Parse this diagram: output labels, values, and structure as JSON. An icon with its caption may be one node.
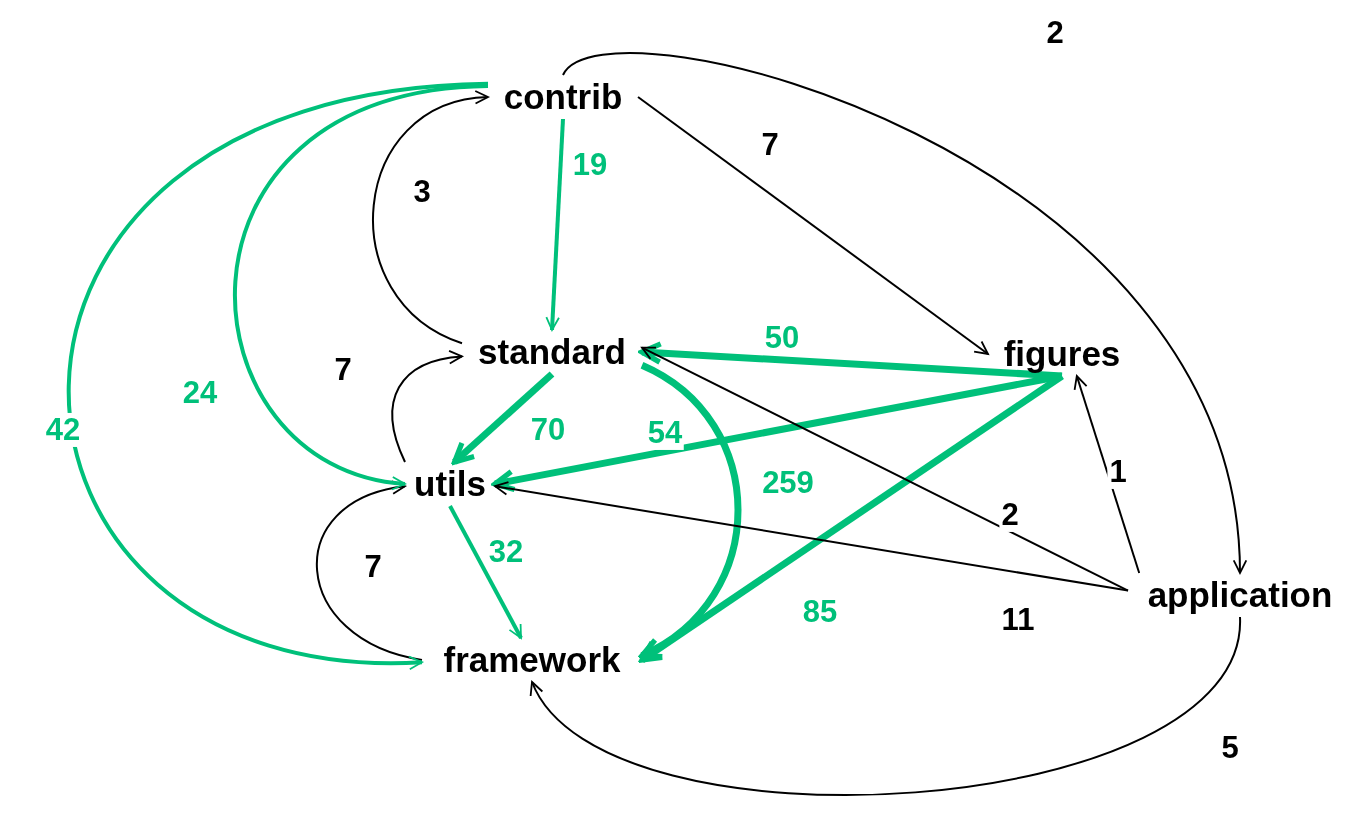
{
  "diagram": {
    "nodes": [
      {
        "text": [
          "contrib"
        ]
      },
      {
        "text": [
          "standard"
        ]
      },
      {
        "text": [
          "figures"
        ]
      },
      {
        "text": [
          "utils"
        ]
      },
      {
        "text": [
          "application"
        ]
      },
      {
        "text": [
          "framework"
        ]
      }
    ],
    "edges": [
      {
        "from": 0,
        "to": 4,
        "arrow": "to",
        "label": "2"
      },
      {
        "from": 0,
        "to": 2,
        "arrow": "to",
        "label": "7"
      },
      {
        "from": 0,
        "to": 1,
        "arrow": "to",
        "label": "19",
        "color": "#00c07a"
      },
      {
        "from": 1,
        "to": 0,
        "arrow": "to",
        "label": "3"
      },
      {
        "from": 3,
        "to": 1,
        "arrow": "to",
        "label": "7"
      },
      {
        "from": 5,
        "to": 3,
        "arrow": "to",
        "label": "7"
      },
      {
        "from": 0,
        "to": 3,
        "arrow": "to",
        "label": "24",
        "color": "#00c07a"
      },
      {
        "from": 0,
        "to": 5,
        "arrow": "to",
        "label": "42",
        "color": "#00c07a"
      },
      {
        "from": 1,
        "to": 3,
        "arrow": "to",
        "label": "70",
        "color": "#00c07a",
        "style": "thick"
      },
      {
        "from": 3,
        "to": 5,
        "arrow": "to",
        "label": "32",
        "color": "#00c07a"
      },
      {
        "from": 2,
        "to": 1,
        "arrow": "to",
        "label": "50",
        "color": "#00c07a",
        "style": "thick"
      },
      {
        "from": 2,
        "to": 3,
        "arrow": "to",
        "label": "54",
        "color": "#00c07a",
        "style": "thick"
      },
      {
        "from": 2,
        "to": 5,
        "arrow": "to",
        "label": "85",
        "color": "#00c07a",
        "style": "thick"
      },
      {
        "from": 1,
        "to": 5,
        "arrow": "to",
        "label": "259",
        "color": "#00c07a",
        "style": "thick"
      },
      {
        "from": 4,
        "to": 1,
        "arrow": "to",
        "label": "2"
      },
      {
        "from": 4,
        "to": 3,
        "arrow": "to",
        "label": "11"
      },
      {
        "from": 4,
        "to": 2,
        "arrow": "to",
        "label": "1"
      },
      {
        "from": 4,
        "to": 5,
        "arrow": "to",
        "label": "5"
      }
    ]
  }
}
